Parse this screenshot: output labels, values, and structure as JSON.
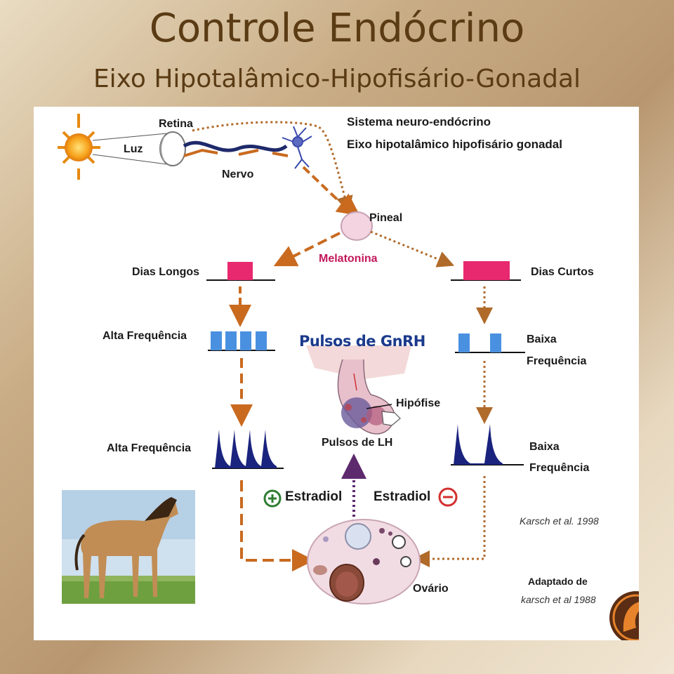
{
  "header": {
    "title": "Controle Endócrino",
    "subtitle": "Eixo Hipotalâmico-Hipofisário-Gonadal"
  },
  "diagram": {
    "system_title_1": "Sistema neuro-endócrino",
    "system_title_2": "Eixo hipotalâmico hipofisário gonadal",
    "luz": "Luz",
    "retina": "Retina",
    "nervo": "Nervo",
    "pineal": "Pineal",
    "melatonina": "Melatonina",
    "dias_longos": "Dias Longos",
    "dias_curtos": "Dias Curtos",
    "alta_frequencia_gnrh": "Alta Frequência",
    "alta_frequencia_lh": "Alta Frequência",
    "baixa_frequencia_gnrh_1": "Baixa",
    "baixa_frequencia_gnrh_2": "Frequência",
    "baixa_frequencia_lh_1": "Baixa",
    "baixa_frequencia_lh_2": "Frequência",
    "pulsos_gnrh": "Pulsos de GnRH",
    "hipofise": "Hipófise",
    "pulsos_lh": "Pulsos de LH",
    "estradiol_positive": "Estradiol",
    "estradiol_negative": "Estradiol",
    "ovario": "Ovário",
    "citation_1": "Karsch et al. 1998",
    "adapted_1": "Adaptado de",
    "adapted_2": "karsch et al 1988"
  },
  "colors": {
    "title_brown": "#5a3b14",
    "arrow_orange": "#c96a1f",
    "dotted_brown": "#b06a2a",
    "melatonin_pink": "#e8286f",
    "gnrh_blue": "#4a90e0",
    "lh_navy": "#1a237e",
    "plus_green": "#2e7d32",
    "minus_red": "#d32f2f",
    "purple_arrow": "#5e2a6e"
  },
  "icons": [
    "sun-icon",
    "eye-icon",
    "neuron-icon",
    "pineal-gland-icon",
    "pituitary-icon",
    "ovary-icon",
    "horse-photo",
    "brand-logo-icon"
  ]
}
